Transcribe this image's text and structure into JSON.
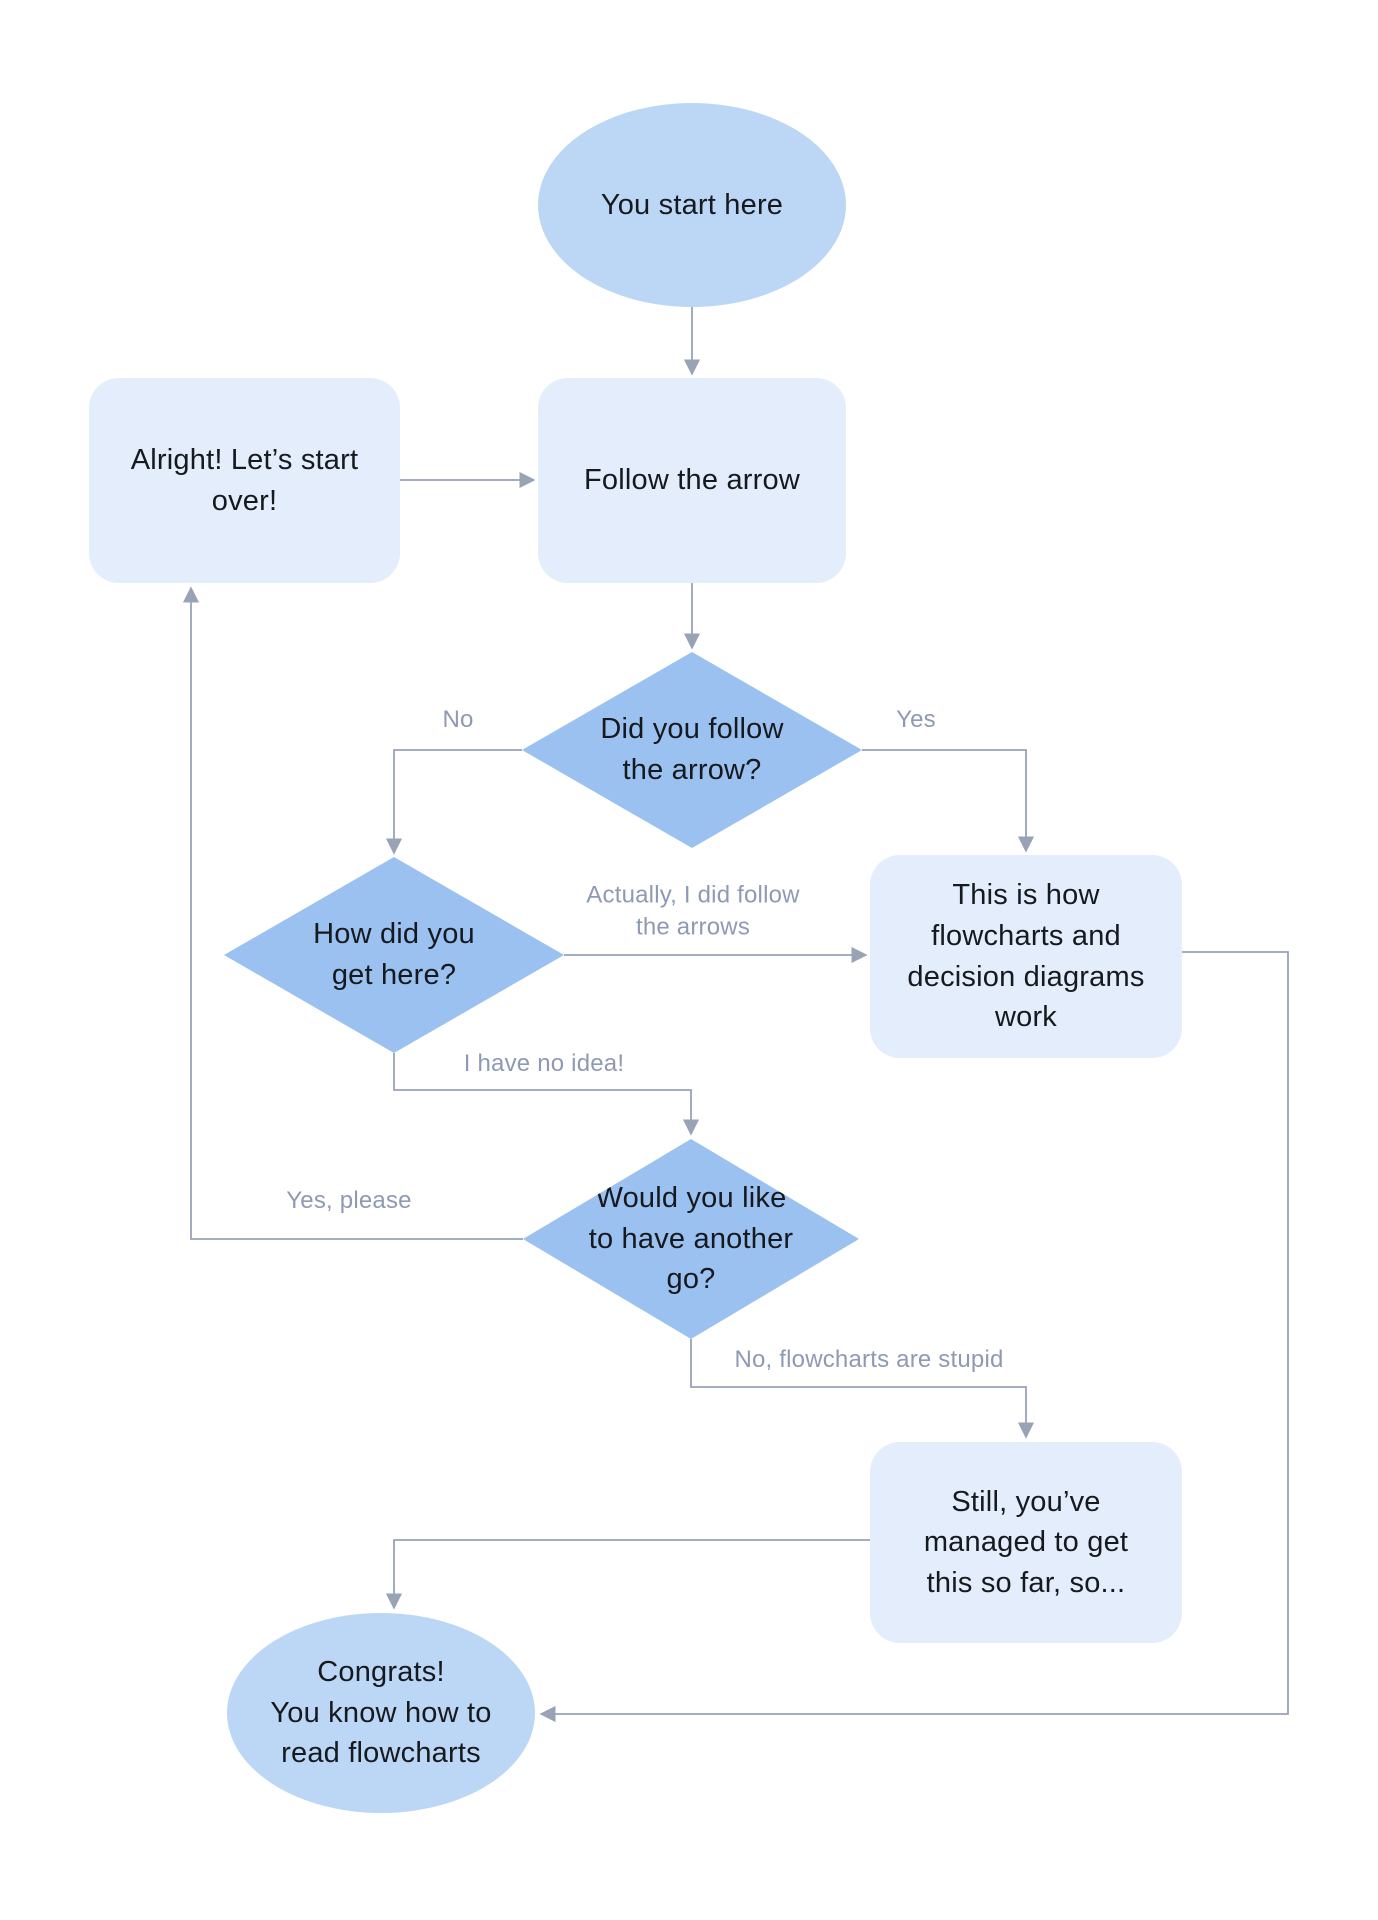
{
  "colors": {
    "ellipse_fill": "#bcd7f5",
    "rect_fill": "#e3edfb",
    "diamond_fill": "#9ac1f0",
    "connector": "#98a3b6",
    "edge_label": "#8e9ab3",
    "node_text": "#16191e",
    "page_bg": "#ffffff"
  },
  "nodes": {
    "start": {
      "type": "ellipse",
      "label": "You start here"
    },
    "start_over": {
      "type": "rect",
      "label": "Alright! Let’s start\nover!"
    },
    "follow": {
      "type": "rect",
      "label": "Follow the arrow"
    },
    "did_follow": {
      "type": "diamond",
      "label": "Did you follow\nthe arrow?"
    },
    "how_here": {
      "type": "diamond",
      "label": "How did you\nget here?"
    },
    "explain": {
      "type": "rect",
      "label": "This is how\nflowcharts and\ndecision diagrams\nwork"
    },
    "another_go": {
      "type": "diamond",
      "label": "Would you like\nto have another\ngo?"
    },
    "still": {
      "type": "rect",
      "label": "Still, you’ve\nmanaged to get\nthis so far, so..."
    },
    "congrats": {
      "type": "ellipse",
      "label": "Congrats!\nYou know how to\nread flowcharts"
    }
  },
  "edges": {
    "no": {
      "label": "No"
    },
    "yes": {
      "label": "Yes"
    },
    "actually": {
      "label": "Actually, I did follow\nthe arrows"
    },
    "no_idea": {
      "label": "I have no idea!"
    },
    "yes_please": {
      "label": "Yes, please"
    },
    "stupid": {
      "label": "No, flowcharts are stupid"
    }
  }
}
